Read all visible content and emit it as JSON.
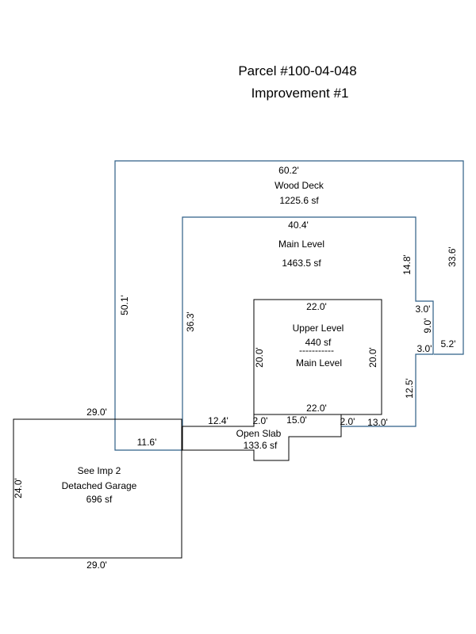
{
  "header": {
    "parcel": "Parcel #100-04-048",
    "improvement": "Improvement #1"
  },
  "colors": {
    "outline_blue": "#2e5f86",
    "outline_black": "#000000"
  },
  "areas": {
    "wood_deck": {
      "name": "Wood Deck",
      "area": "1225.6 sf"
    },
    "main_level": {
      "name": "Main Level",
      "area": "1463.5 sf"
    },
    "upper_level": {
      "name": "Upper Level",
      "area": "440 sf",
      "divider": "-----------",
      "below": "Main Level"
    },
    "open_slab": {
      "name": "Open Slab",
      "area": "133.6 sf"
    },
    "garage": {
      "ref": "See Imp 2",
      "name": "Detached Garage",
      "area": "696 sf"
    }
  },
  "dimensions": {
    "deck_top": "60.2'",
    "deck_left": "50.1'",
    "deck_right": "33.6'",
    "deck_step": "5.2'",
    "main_top": "40.4'",
    "main_left": "36.3'",
    "main_right_upper": "14.8'",
    "notch_top": "3.0'",
    "notch_side": "9.0'",
    "notch_bottom": "3.0'",
    "main_right_lower": "12.5'",
    "main_bottom_left": "12.4'",
    "main_bottom_right": "13.0'",
    "upper_top": "22.0'",
    "upper_bottom": "22.0'",
    "upper_left": "20.0'",
    "upper_right": "20.0'",
    "slab_left_step": "2.0'",
    "slab_width": "15.0'",
    "slab_right_step": "2.0'",
    "deck_bottom": "11.6'",
    "garage_top": "29.0'",
    "garage_bottom": "29.0'",
    "garage_left": "24.0'"
  }
}
